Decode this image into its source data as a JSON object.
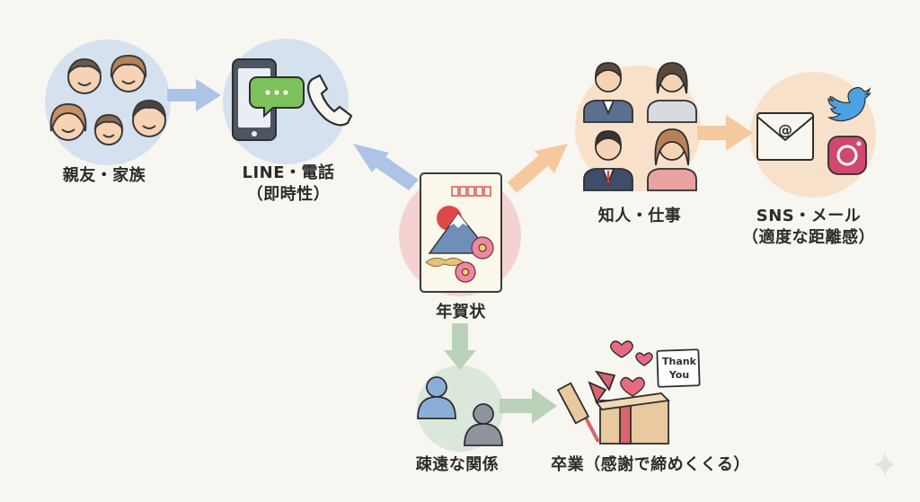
{
  "colors": {
    "background": "#f7f6f0",
    "blue_circle": "#c9d9ef",
    "pink_circle": "#f3c9c9",
    "orange_circle": "#f8dcc0",
    "green_circle": "#d6e4d6",
    "blue_arrow": "#aec4e6",
    "orange_arrow": "#f5c99e",
    "green_arrow": "#b9d2b9",
    "card_red": "#e04848",
    "text": "#2b2b2b"
  },
  "center": {
    "label": "年賀状",
    "icons": [
      "new-year-card-icon",
      "mount-fuji-icon",
      "plum-blossom-icon",
      "postal-code-boxes-icon"
    ]
  },
  "nodes": {
    "family": {
      "label": "親友・家族",
      "icon": "family-faces-icon"
    },
    "line": {
      "label": "LINE・電話",
      "sublabel": "（即時性）",
      "icons": [
        "smartphone-icon",
        "chat-bubble-icon",
        "phone-handset-icon"
      ]
    },
    "acquaintance": {
      "label": "知人・仕事",
      "icon": "business-people-icon"
    },
    "sns": {
      "label": "SNS・メール",
      "sublabel": "（適度な距離感）",
      "icons": [
        "email-envelope-icon",
        "twitter-bird-icon",
        "instagram-icon"
      ]
    },
    "distant": {
      "label": "疎遠な関係",
      "icon": "two-people-icon"
    },
    "graduation": {
      "label": "卒業（感謝で締めくくる）",
      "icons": [
        "gift-box-icon",
        "heart-icon",
        "thank-you-card-icon"
      ]
    }
  },
  "thank_you_card": {
    "line1": "Thank",
    "line2": "You"
  }
}
